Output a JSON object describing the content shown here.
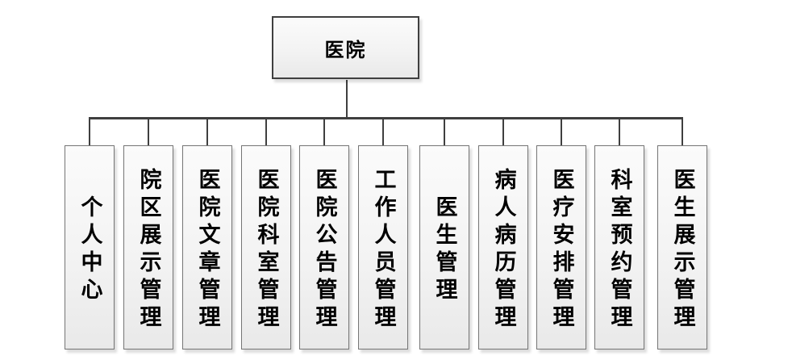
{
  "diagram": {
    "title": "hospital-system-function-structure",
    "root": {
      "label": "医院"
    },
    "children": [
      {
        "label": "个人中心"
      },
      {
        "label": "院区展示管理"
      },
      {
        "label": "医院文章管理"
      },
      {
        "label": "医院科室管理"
      },
      {
        "label": "医院公告管理"
      },
      {
        "label": "工作人员管理"
      },
      {
        "label": "医生管理"
      },
      {
        "label": "病人病历管理"
      },
      {
        "label": "医疗安排管理"
      },
      {
        "label": "科室预约管理"
      },
      {
        "label": "医生展示管理"
      }
    ],
    "colors": {
      "line": "#3f3f3f",
      "node_border": "#757575",
      "node_fill_top": "#fbfbfb",
      "node_fill_bottom": "#e9e9e9",
      "text": "#000000",
      "background": "#ffffff"
    }
  }
}
